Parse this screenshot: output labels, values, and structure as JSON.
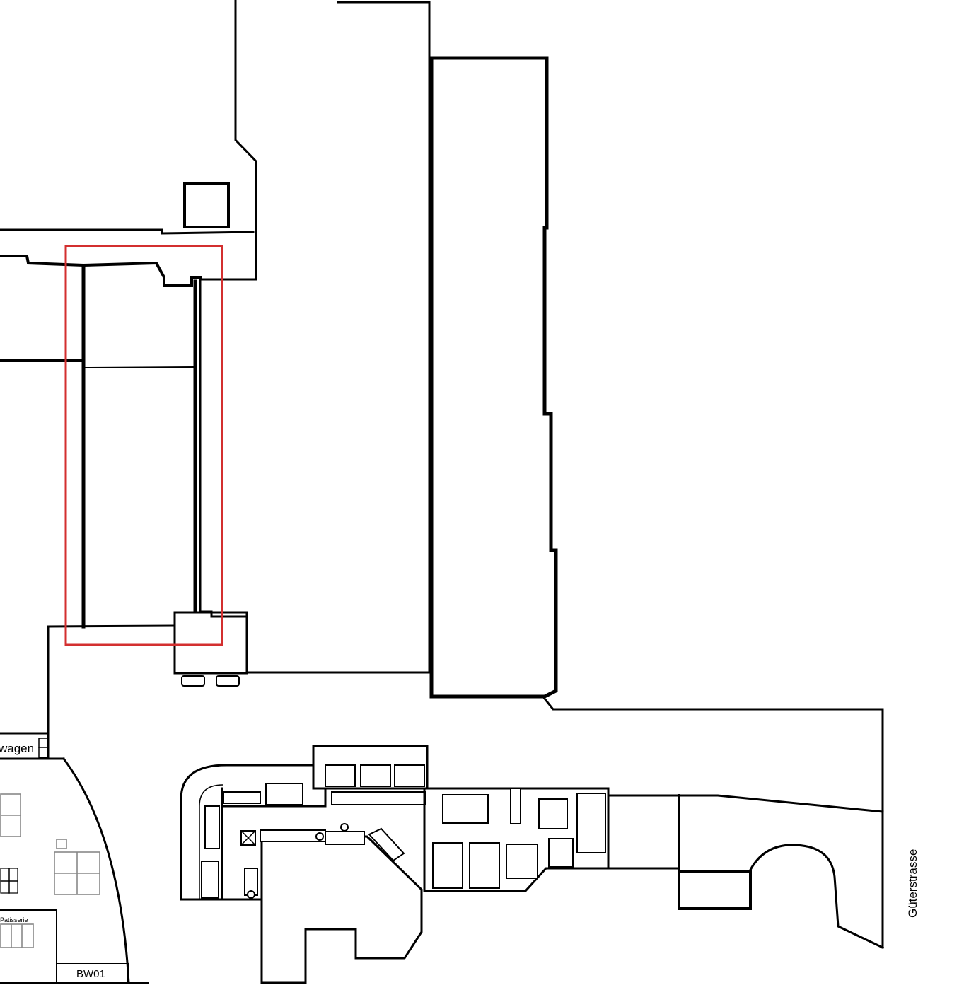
{
  "map": {
    "highlight_color": "#d32f2f",
    "labels": {
      "street": "Güterstrasse",
      "room_left_partial": "wagen",
      "shop": "Patisserie",
      "unit_code": "BW01"
    }
  }
}
